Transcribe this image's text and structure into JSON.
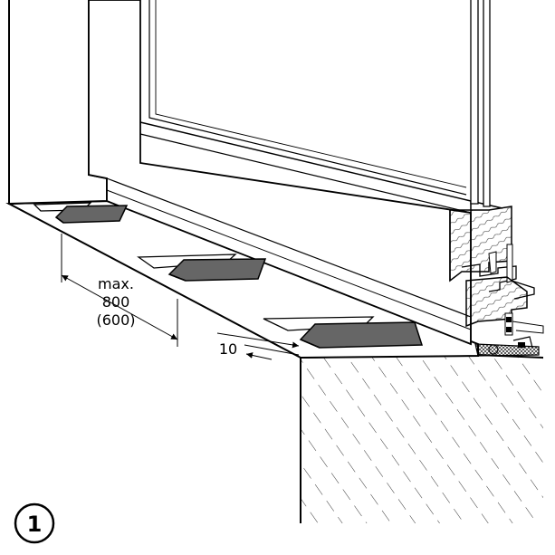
{
  "labels": {
    "max": "max.",
    "spacing": "800",
    "spacing_alt": "(600)",
    "offset": "10"
  },
  "badge": {
    "number": "1"
  },
  "colors": {
    "line": "#000000",
    "wedge": "#666666",
    "hatch": "#000000",
    "background": "#ffffff"
  }
}
